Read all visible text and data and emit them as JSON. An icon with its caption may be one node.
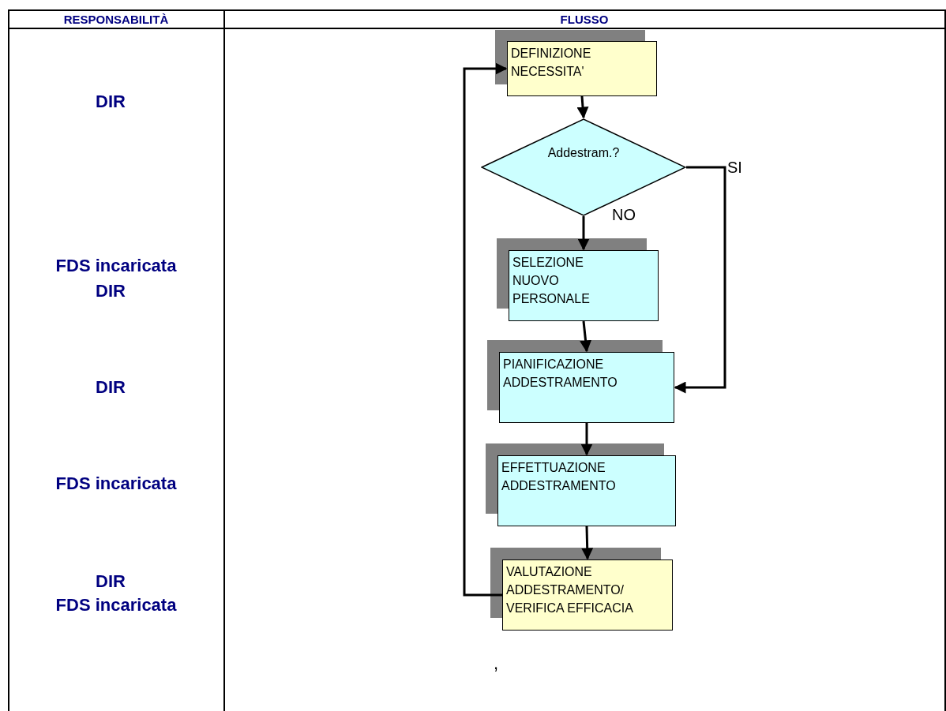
{
  "diagram": {
    "nodes": [
      {
        "text": [
          "DEFINIZIONE NECESSITA'"
        ]
      },
      {
        "text": [
          "Addestram.?"
        ]
      },
      {
        "text": [
          "SELEZIONE NUOVO PERSONALE"
        ]
      },
      {
        "text": [
          "PIANIFICAZIONE ADDESTRAMENTO"
        ]
      },
      {
        "text": [
          "EFFETTUAZIONE ADDESTRAMENTO"
        ]
      },
      {
        "text": [
          "VALUTAZIONE ADDESTRAMENTO/ VERIFICA EFFICACIA"
        ]
      }
    ],
    "edges": [
      {
        "from": 0,
        "to": 1,
        "arrow": "to"
      },
      {
        "from": 1,
        "to": 2,
        "arrow": "to",
        "label": "NO"
      },
      {
        "from": 1,
        "to": 3,
        "arrow": "to",
        "label": "SI"
      },
      {
        "from": 2,
        "to": 3,
        "arrow": "to"
      },
      {
        "from": 3,
        "to": 4,
        "arrow": "to"
      },
      {
        "from": 4,
        "to": 5,
        "arrow": "to"
      },
      {
        "from": 5,
        "to": 0,
        "arrow": "to"
      }
    ],
    "labels": [
      "RESPONSABILITÀ",
      "FLUSSO",
      "DIR",
      "FDS incaricata",
      "DIR",
      "DIR",
      "FDS incaricata",
      "DIR",
      "FDS incaricata",
      ","
    ]
  }
}
